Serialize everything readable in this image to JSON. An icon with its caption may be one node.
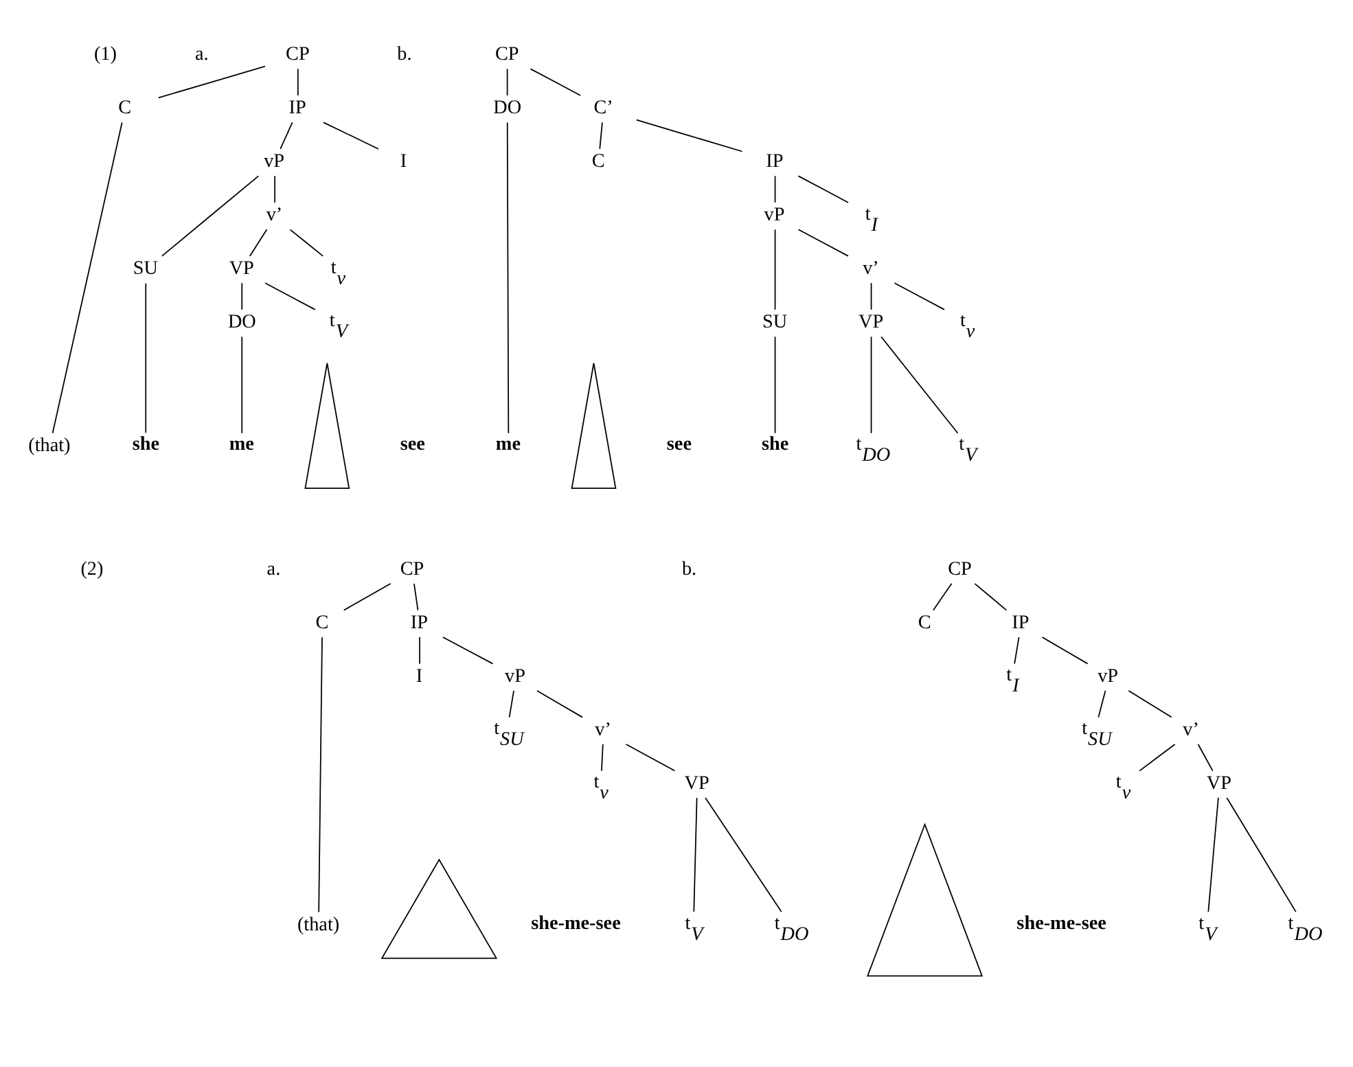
{
  "diagram": {
    "nodes": [
      {
        "text": [
          "CP"
        ]
      },
      {
        "text": [
          "C"
        ]
      },
      {
        "text": [
          "IP"
        ]
      },
      {
        "text": [
          "vP"
        ]
      },
      {
        "text": [
          "I"
        ]
      },
      {
        "text": [
          "SU"
        ]
      },
      {
        "text": [
          "v’"
        ]
      },
      {
        "text": [
          "VP"
        ]
      },
      {
        "text": [
          "t$_{v}$"
        ]
      },
      {
        "text": [
          "DO"
        ]
      },
      {
        "text": [
          "t$_{V}$"
        ]
      },
      {
        "text": [],
        "shape": "triangle"
      },
      {
        "text": [
          "(that)"
        ]
      },
      {
        "text": [
          "she"
        ]
      },
      {
        "text": [
          "me"
        ]
      },
      {
        "text": [
          "see"
        ]
      },
      {
        "text": [
          "CP"
        ]
      },
      {
        "text": [
          "DO"
        ]
      },
      {
        "text": [
          "C’"
        ]
      },
      {
        "text": [
          "C"
        ]
      },
      {
        "text": [
          "IP"
        ]
      },
      {
        "text": [
          "vP"
        ]
      },
      {
        "text": [
          "t$_{I}$"
        ]
      },
      {
        "text": [
          "SU"
        ]
      },
      {
        "text": [
          "v’"
        ]
      },
      {
        "text": [
          "VP"
        ]
      },
      {
        "text": [
          "t$_{v}$"
        ]
      },
      {
        "text": [
          "t$_{DO}$"
        ]
      },
      {
        "text": [
          "t$_{V}$"
        ]
      },
      {
        "text": [],
        "shape": "triangle"
      },
      {
        "text": [
          "me"
        ]
      },
      {
        "text": [
          "see"
        ]
      },
      {
        "text": [
          "she"
        ]
      },
      {
        "text": [
          "CP"
        ]
      },
      {
        "text": [
          "C"
        ]
      },
      {
        "text": [
          "IP"
        ]
      },
      {
        "text": [
          "I"
        ]
      },
      {
        "text": [
          "vP"
        ]
      },
      {
        "text": [
          "t$_{SU}$"
        ]
      },
      {
        "text": [
          "v’"
        ]
      },
      {
        "text": [
          "t$_{v}$"
        ]
      },
      {
        "text": [
          "VP"
        ]
      },
      {
        "text": [
          "t$_{V}$"
        ]
      },
      {
        "text": [
          "t$_{DO}$"
        ]
      },
      {
        "text": [],
        "shape": "triangle"
      },
      {
        "text": [
          "(that)"
        ]
      },
      {
        "text": [
          "she-me-see"
        ]
      },
      {
        "text": [
          "CP"
        ]
      },
      {
        "text": [
          "C"
        ]
      },
      {
        "text": [
          "IP"
        ]
      },
      {
        "text": [
          "t$_{I}$"
        ]
      },
      {
        "text": [
          "vP"
        ]
      },
      {
        "text": [
          "t$_{SU}$"
        ]
      },
      {
        "text": [
          "v’"
        ]
      },
      {
        "text": [
          "t$_{v}$"
        ]
      },
      {
        "text": [
          "VP"
        ]
      },
      {
        "text": [
          "t$_{V}$"
        ]
      },
      {
        "text": [
          "t$_{DO}$"
        ]
      },
      {
        "text": [],
        "shape": "triangle"
      },
      {
        "text": [
          "she-me-see"
        ]
      }
    ],
    "edges": [
      {
        "from": 0,
        "to": 1,
        "arrow": "none"
      },
      {
        "from": 0,
        "to": 2,
        "arrow": "none"
      },
      {
        "from": 2,
        "to": 3,
        "arrow": "none"
      },
      {
        "from": 2,
        "to": 4,
        "arrow": "none"
      },
      {
        "from": 3,
        "to": 5,
        "arrow": "none"
      },
      {
        "from": 3,
        "to": 6,
        "arrow": "none"
      },
      {
        "from": 6,
        "to": 7,
        "arrow": "none"
      },
      {
        "from": 6,
        "to": 8,
        "arrow": "none"
      },
      {
        "from": 7,
        "to": 9,
        "arrow": "none"
      },
      {
        "from": 7,
        "to": 10,
        "arrow": "none"
      },
      {
        "from": 1,
        "to": 12,
        "arrow": "none"
      },
      {
        "from": 5,
        "to": 13,
        "arrow": "none"
      },
      {
        "from": 9,
        "to": 14,
        "arrow": "none"
      },
      {
        "from": 16,
        "to": 17,
        "arrow": "none"
      },
      {
        "from": 16,
        "to": 18,
        "arrow": "none"
      },
      {
        "from": 18,
        "to": 19,
        "arrow": "none"
      },
      {
        "from": 18,
        "to": 20,
        "arrow": "none"
      },
      {
        "from": 20,
        "to": 21,
        "arrow": "none"
      },
      {
        "from": 20,
        "to": 22,
        "arrow": "none"
      },
      {
        "from": 21,
        "to": 23,
        "arrow": "none"
      },
      {
        "from": 21,
        "to": 24,
        "arrow": "none"
      },
      {
        "from": 24,
        "to": 25,
        "arrow": "none"
      },
      {
        "from": 24,
        "to": 26,
        "arrow": "none"
      },
      {
        "from": 25,
        "to": 27,
        "arrow": "none"
      },
      {
        "from": 25,
        "to": 28,
        "arrow": "none"
      },
      {
        "from": 17,
        "to": 30,
        "arrow": "none"
      },
      {
        "from": 23,
        "to": 32,
        "arrow": "none"
      },
      {
        "from": 33,
        "to": 34,
        "arrow": "none"
      },
      {
        "from": 33,
        "to": 35,
        "arrow": "none"
      },
      {
        "from": 35,
        "to": 36,
        "arrow": "none"
      },
      {
        "from": 35,
        "to": 37,
        "arrow": "none"
      },
      {
        "from": 37,
        "to": 38,
        "arrow": "none"
      },
      {
        "from": 37,
        "to": 39,
        "arrow": "none"
      },
      {
        "from": 39,
        "to": 40,
        "arrow": "none"
      },
      {
        "from": 39,
        "to": 41,
        "arrow": "none"
      },
      {
        "from": 41,
        "to": 42,
        "arrow": "none"
      },
      {
        "from": 41,
        "to": 43,
        "arrow": "none"
      },
      {
        "from": 34,
        "to": 45,
        "arrow": "none"
      },
      {
        "from": 47,
        "to": 48,
        "arrow": "none"
      },
      {
        "from": 47,
        "to": 49,
        "arrow": "none"
      },
      {
        "from": 49,
        "to": 50,
        "arrow": "none"
      },
      {
        "from": 49,
        "to": 51,
        "arrow": "none"
      },
      {
        "from": 51,
        "to": 52,
        "arrow": "none"
      },
      {
        "from": 51,
        "to": 53,
        "arrow": "none"
      },
      {
        "from": 53,
        "to": 54,
        "arrow": "none"
      },
      {
        "from": 53,
        "to": 55,
        "arrow": "none"
      },
      {
        "from": 55,
        "to": 56,
        "arrow": "none"
      },
      {
        "from": 55,
        "to": 57,
        "arrow": "none"
      }
    ],
    "labels": [
      "(1)",
      "a.",
      "b.",
      "(2)",
      "a.",
      "b."
    ]
  }
}
